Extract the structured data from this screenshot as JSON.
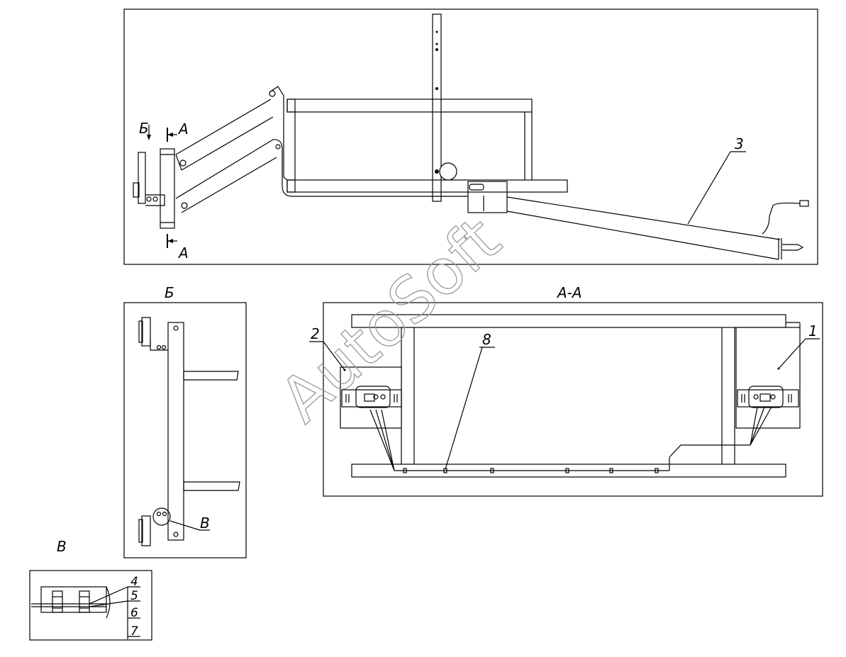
{
  "labels": {
    "section_a_top": "A",
    "section_a_bottom": "A",
    "view_b_arrow": "Б",
    "view_b_title": "Б",
    "detail_v_title": "В",
    "detail_v_callout": "В",
    "section_title": "A-A",
    "part_1": "1",
    "part_2": "2",
    "part_3": "3",
    "part_4": "4",
    "part_5": "5",
    "part_6": "6",
    "part_7": "7",
    "part_8": "8"
  },
  "watermark": "AutoSoft"
}
